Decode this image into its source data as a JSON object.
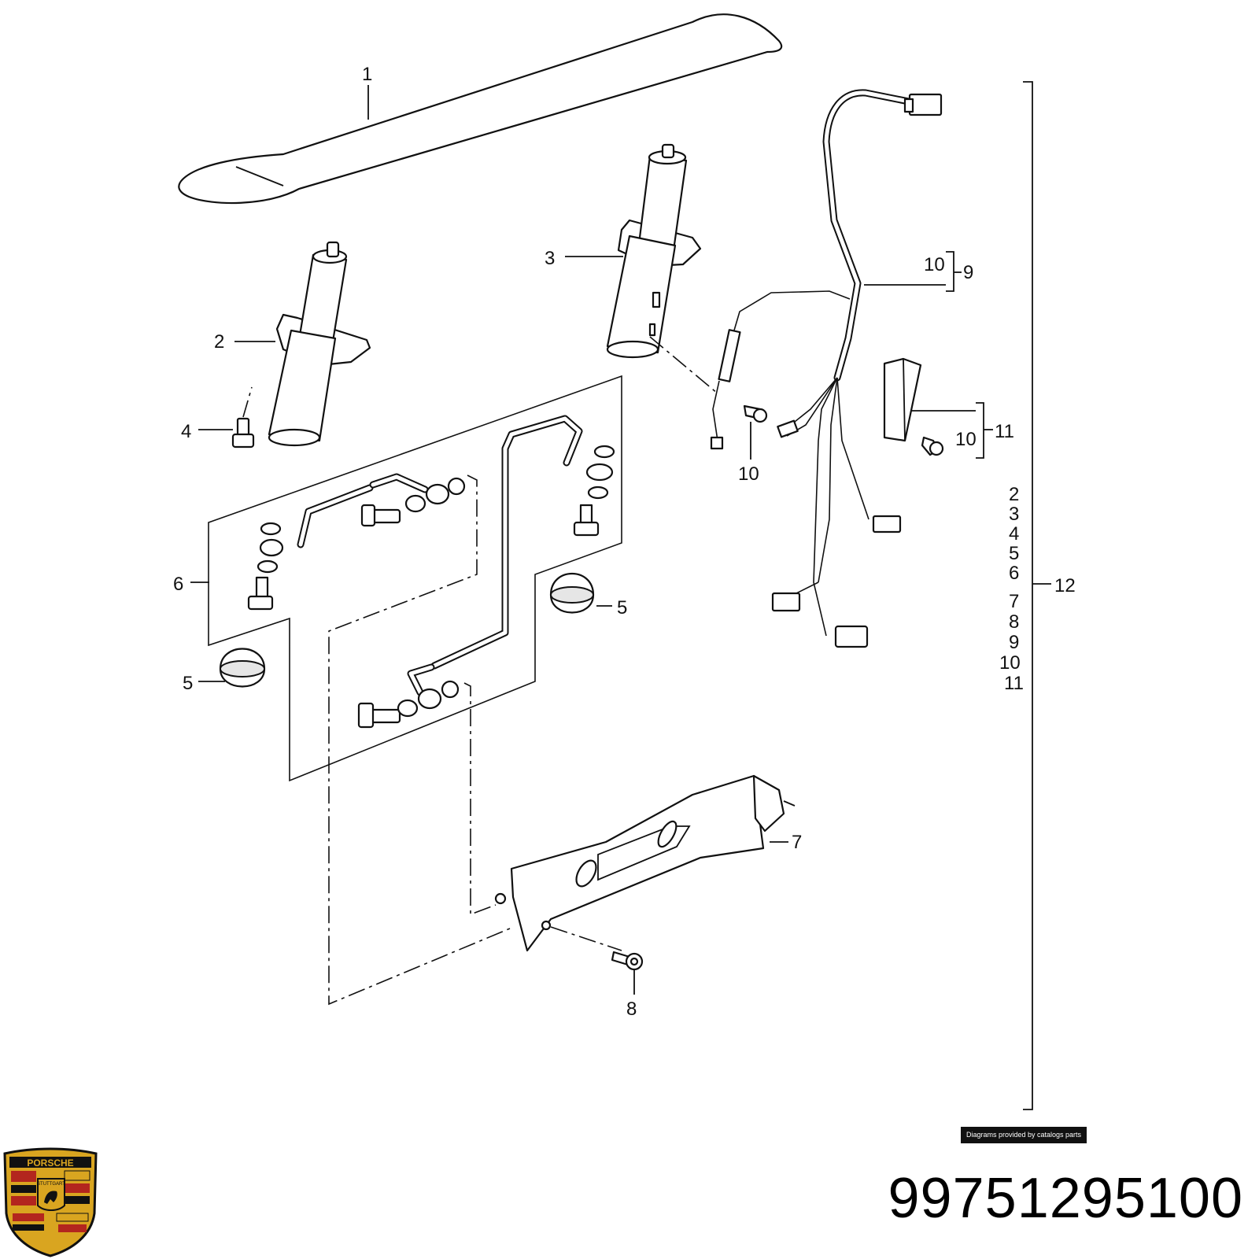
{
  "diagram": {
    "callouts": {
      "c1": "1",
      "c2": "2",
      "c3": "3",
      "c4": "4",
      "c5a": "5",
      "c5b": "5",
      "c6": "6",
      "c7": "7",
      "c8": "8",
      "c9": "9",
      "c10a": "10",
      "c10b": "10",
      "c10c": "10",
      "c11": "11",
      "c12": "12"
    },
    "kit_list": [
      "2",
      "3",
      "4",
      "5",
      "6",
      "7",
      "8",
      "9",
      "10",
      "11"
    ]
  },
  "footer": {
    "credit": "Diagrams provided by catalogs parts",
    "part_number": "99751295100",
    "brand_logo_text": "PORSCHE",
    "brand_logo_subtext": "STUTTGART"
  },
  "colors": {
    "line": "#111111",
    "logo_gold": "#d9a520",
    "logo_red": "#b3261e",
    "logo_black": "#111111"
  }
}
